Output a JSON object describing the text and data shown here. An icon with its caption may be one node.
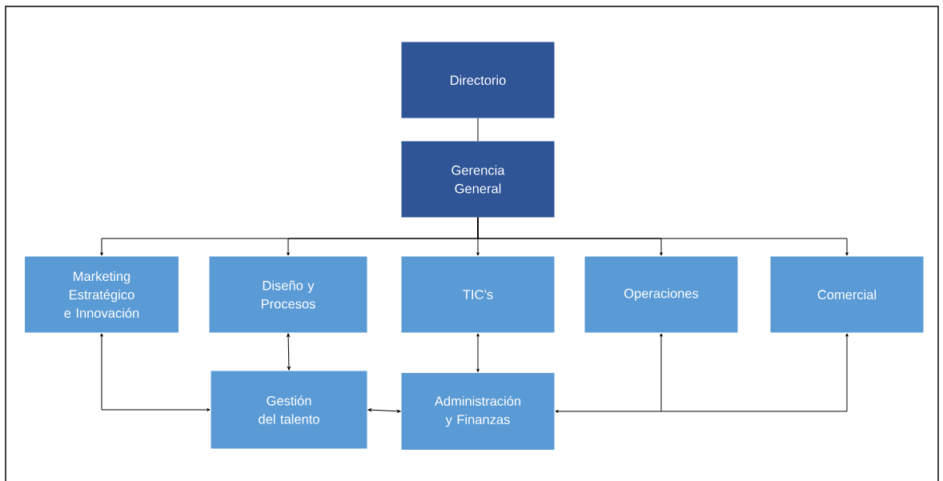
{
  "diagram": {
    "nodes": [
      {
        "text": [
          "Directorio"
        ]
      },
      {
        "text": [
          "Gerencia General"
        ]
      },
      {
        "text": [
          "Marketing Estratégico e Innovación"
        ]
      },
      {
        "text": [
          "Diseño y Procesos"
        ]
      },
      {
        "text": [
          "TIC’s"
        ]
      },
      {
        "text": [
          "Operaciones"
        ]
      },
      {
        "text": [
          "Comercial"
        ]
      },
      {
        "text": [
          "Gestión del talento"
        ]
      },
      {
        "text": [
          "Administración y Finanzas"
        ]
      }
    ],
    "edges": [
      {
        "from": 0,
        "to": 1,
        "arrow": "none"
      },
      {
        "from": 1,
        "to": 2,
        "arrow": "to"
      },
      {
        "from": 1,
        "to": 3,
        "arrow": "to"
      },
      {
        "from": 1,
        "to": 4,
        "arrow": "to"
      },
      {
        "from": 1,
        "to": 5,
        "arrow": "to"
      },
      {
        "from": 1,
        "to": 6,
        "arrow": "to"
      },
      {
        "from": 2,
        "to": 7,
        "arrow": "both"
      },
      {
        "from": 3,
        "to": 7,
        "arrow": "both"
      },
      {
        "from": 7,
        "to": 8,
        "arrow": "both"
      },
      {
        "from": 4,
        "to": 8,
        "arrow": "both"
      },
      {
        "from": 5,
        "to": 8,
        "arrow": "both"
      },
      {
        "from": 6,
        "to": 8,
        "arrow": "both"
      }
    ]
  }
}
